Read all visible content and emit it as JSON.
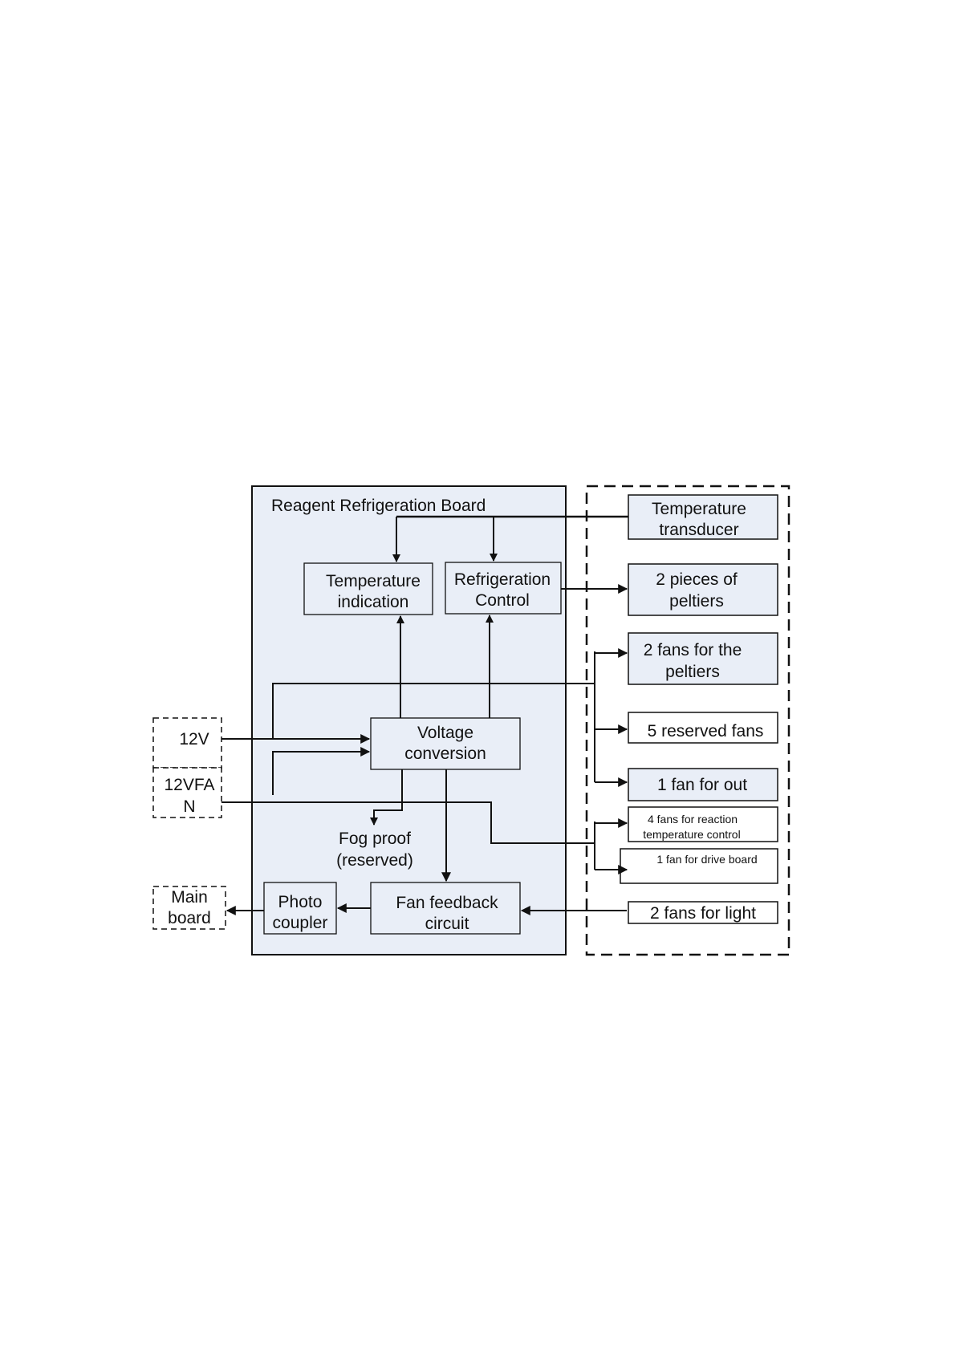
{
  "colors": {
    "board_fill": "#e9eef7",
    "box_fill": "#e9eef7",
    "white_fill": "#ffffff",
    "line": "#111111"
  },
  "board": {
    "title": "Reagent Refrigeration Board"
  },
  "inputs": {
    "v12": "12V",
    "v12fan_line1": "12VFA",
    "v12fan_line2": "N",
    "main_board_line1": "Main",
    "main_board_line2": "board"
  },
  "blocks": {
    "temperature_indication": [
      "Temperature",
      "indication"
    ],
    "refrigeration_control": [
      "Refrigeration",
      "Control"
    ],
    "voltage_conversion": [
      "Voltage",
      "conversion"
    ],
    "fog_proof": [
      "Fog proof",
      "(reserved)"
    ],
    "fan_feedback": [
      "Fan feedback",
      "circuit"
    ],
    "photo_coupler": [
      "Photo",
      "coupler"
    ]
  },
  "peripherals": {
    "temperature_transducer": [
      "Temperature",
      "transducer"
    ],
    "peltiers": [
      "2 pieces of",
      "peltiers"
    ],
    "peltier_fans": [
      "2 fans for the",
      "peltiers"
    ],
    "reserved_fans": "5 reserved fans",
    "fan_out": "1 fan for out",
    "reaction_fans": [
      "4 fans for reaction",
      "temperature control"
    ],
    "drive_board_fan": "1 fan for drive board",
    "light_fans": "2 fans for light"
  }
}
